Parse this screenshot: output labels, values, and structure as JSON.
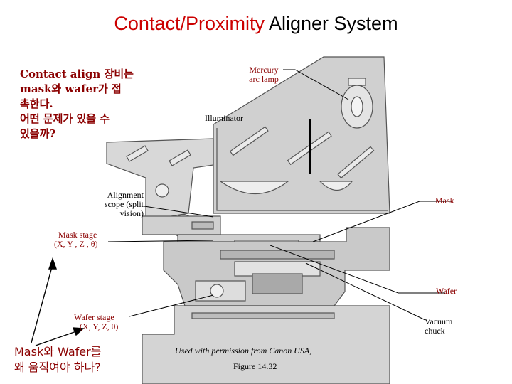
{
  "title": {
    "accent": "Contact/Proximity",
    "rest": " Aligner System"
  },
  "question_top": {
    "lines": [
      "Contact align 장비는",
      "mask와 wafer가 접",
      "촉한다.",
      "어떤 문제가 있을 수",
      "있을까?"
    ]
  },
  "question_bottom": {
    "lines": [
      "Mask와 Wafer를",
      "왜 움직여야 하나?"
    ]
  },
  "labels": {
    "mercury": [
      "Mercury",
      "arc lamp"
    ],
    "illuminator": "Illuminator",
    "alignment_scope": [
      "Alignment",
      "scope (split",
      "vision)"
    ],
    "mask": "Mask",
    "mask_stage": [
      "Mask stage",
      "(X, Y , Z , θ)"
    ],
    "wafer": "Wafer",
    "wafer_stage": [
      "Wafer stage",
      "(X, Y, Z, θ)"
    ],
    "vacuum_chuck": [
      "Vacuum",
      "chuck"
    ]
  },
  "credit": "Used with permission from Canon USA,",
  "figure": "Figure 14.32",
  "colors": {
    "accent": "#cc0000",
    "question": "#8b0000",
    "machine_fill": "#d4d4d4",
    "machine_line": "#555555"
  }
}
